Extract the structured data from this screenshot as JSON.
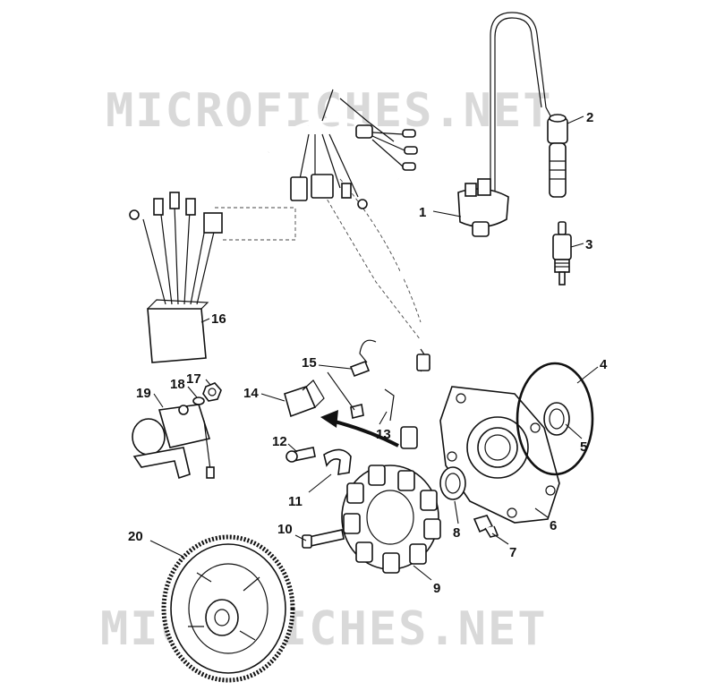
{
  "watermark": {
    "text": "MICROFICHES.NET",
    "color": "#d9d9d9"
  },
  "callouts": {
    "c1": "1",
    "c2": "2",
    "c3": "3",
    "c4": "4",
    "c5": "5",
    "c6": "6",
    "c7": "7",
    "c8": "8",
    "c9": "9",
    "c10": "10",
    "c11": "11",
    "c12": "12",
    "c13": "13",
    "c14": "14",
    "c15": "15",
    "c16": "16",
    "c17": "17",
    "c18": "18",
    "c19": "19",
    "c20": "20"
  },
  "colors": {
    "line": "#111111",
    "background": "#ffffff"
  }
}
